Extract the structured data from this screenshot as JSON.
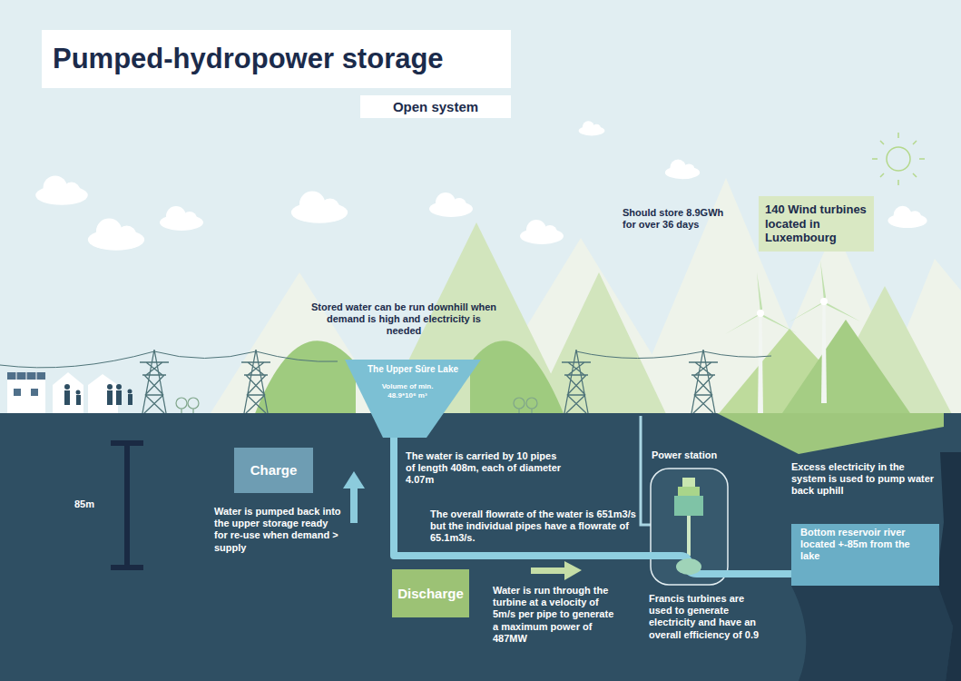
{
  "diagram": {
    "title": "Pumped-hydropower storage",
    "nodes": [
      {
        "text": [
          "Open system"
        ]
      },
      {
        "text": [
          "140 Wind turbines located in Luxembourg"
        ]
      },
      {
        "text": [
          "The Upper Sûre Lake",
          "Volume of min. 48.9*10⁶ m³"
        ]
      },
      {
        "text": [
          "Charge"
        ]
      },
      {
        "text": [
          "Power station"
        ]
      },
      {
        "text": [
          "Bottom reservoir river located +-85m from the lake"
        ]
      },
      {
        "text": [
          "Discharge"
        ]
      }
    ],
    "edges": [
      {
        "from": 2,
        "to": 4,
        "arrow": "none"
      },
      {
        "from": 4,
        "to": 5,
        "arrow": "none"
      }
    ],
    "labels": [
      "Should store 8.9GWh for over 36 days",
      "Stored water can be run downhill when demand is high and electricity is needed",
      "85m",
      "Water is pumped back into the upper storage ready for re-use when demand > supply",
      "The water is carried by 10 pipes of length 408m, each of diameter 4.07m",
      "The overall flowrate of the water is 651m3/s but the individual pipes have a flowrate of 65.1m3/s.",
      "Excess electricity in the system is used to pump water back uphill",
      "Water is run through the turbine at a velocity of 5m/s per pipe to generate a maximum power of 487MW",
      "Francis turbines are used to generate electricity and have an overall efficiency of 0.9"
    ]
  }
}
